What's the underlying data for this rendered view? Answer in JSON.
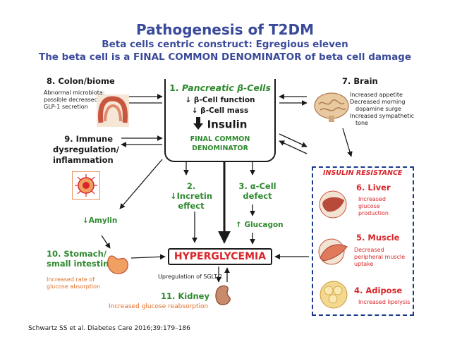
{
  "header": {
    "title": "Pathogenesis of T2DM",
    "subtitle1": "Beta cells centric construct: Egregious eleven",
    "subtitle2": "The beta cell is a FINAL COMMON DENOMINATOR of beta cell damage"
  },
  "center": {
    "title_prefix": "1. ",
    "title_main": "Pancreatic β-Cells",
    "line1": "↓ β-Cell function",
    "line2": "↓ β-Cell mass",
    "insulin": "Insulin",
    "final1": "FINAL COMMON",
    "final2": "DENOMINATOR"
  },
  "colon": {
    "label": "8. Colon/biome",
    "desc": [
      "Abnormal microbiota;",
      "possible decreased",
      "GLP-1 secretion"
    ]
  },
  "immune": {
    "label": [
      "9.  Immune",
      "dysregulation/",
      "inflammation"
    ]
  },
  "brain": {
    "label": "7. Brain",
    "desc": [
      "Increased  appetite",
      "Decreased morning",
      "dopamine surge",
      "Increased sympathetic",
      "tone"
    ]
  },
  "incretin": {
    "label": [
      "2. ↓Incretin",
      "effect"
    ]
  },
  "alpha": {
    "label": [
      "3. α-Cell",
      "defect"
    ],
    "glucagon": "↑ Glucagon"
  },
  "amylin": {
    "label": "↓Amylin"
  },
  "stomach": {
    "label": [
      "10. Stomach/",
      "small intestine"
    ],
    "desc": [
      "Increased rate of",
      "glucose absorption"
    ]
  },
  "hyper": {
    "label": "HYPERGLYCEMIA"
  },
  "sglt": {
    "label": "Upregulation of SGLT-2"
  },
  "kidney": {
    "label": "11.  Kidney",
    "desc": "Increased glucose reabsorption"
  },
  "resistance": {
    "title": "INSULIN RESISTANCE",
    "liver": {
      "label": "6. Liver",
      "desc": [
        "Increased",
        "glucose",
        "production"
      ]
    },
    "muscle": {
      "label": "5. Muscle",
      "desc": [
        "Decreased",
        "peripheral muscle",
        "uptake"
      ]
    },
    "adipose": {
      "label": "4. Adipose",
      "desc": "Increased lipolysis"
    }
  },
  "footer": {
    "citation": "Schwartz SS et al. Diabetes Care 2016;39:179–186"
  }
}
